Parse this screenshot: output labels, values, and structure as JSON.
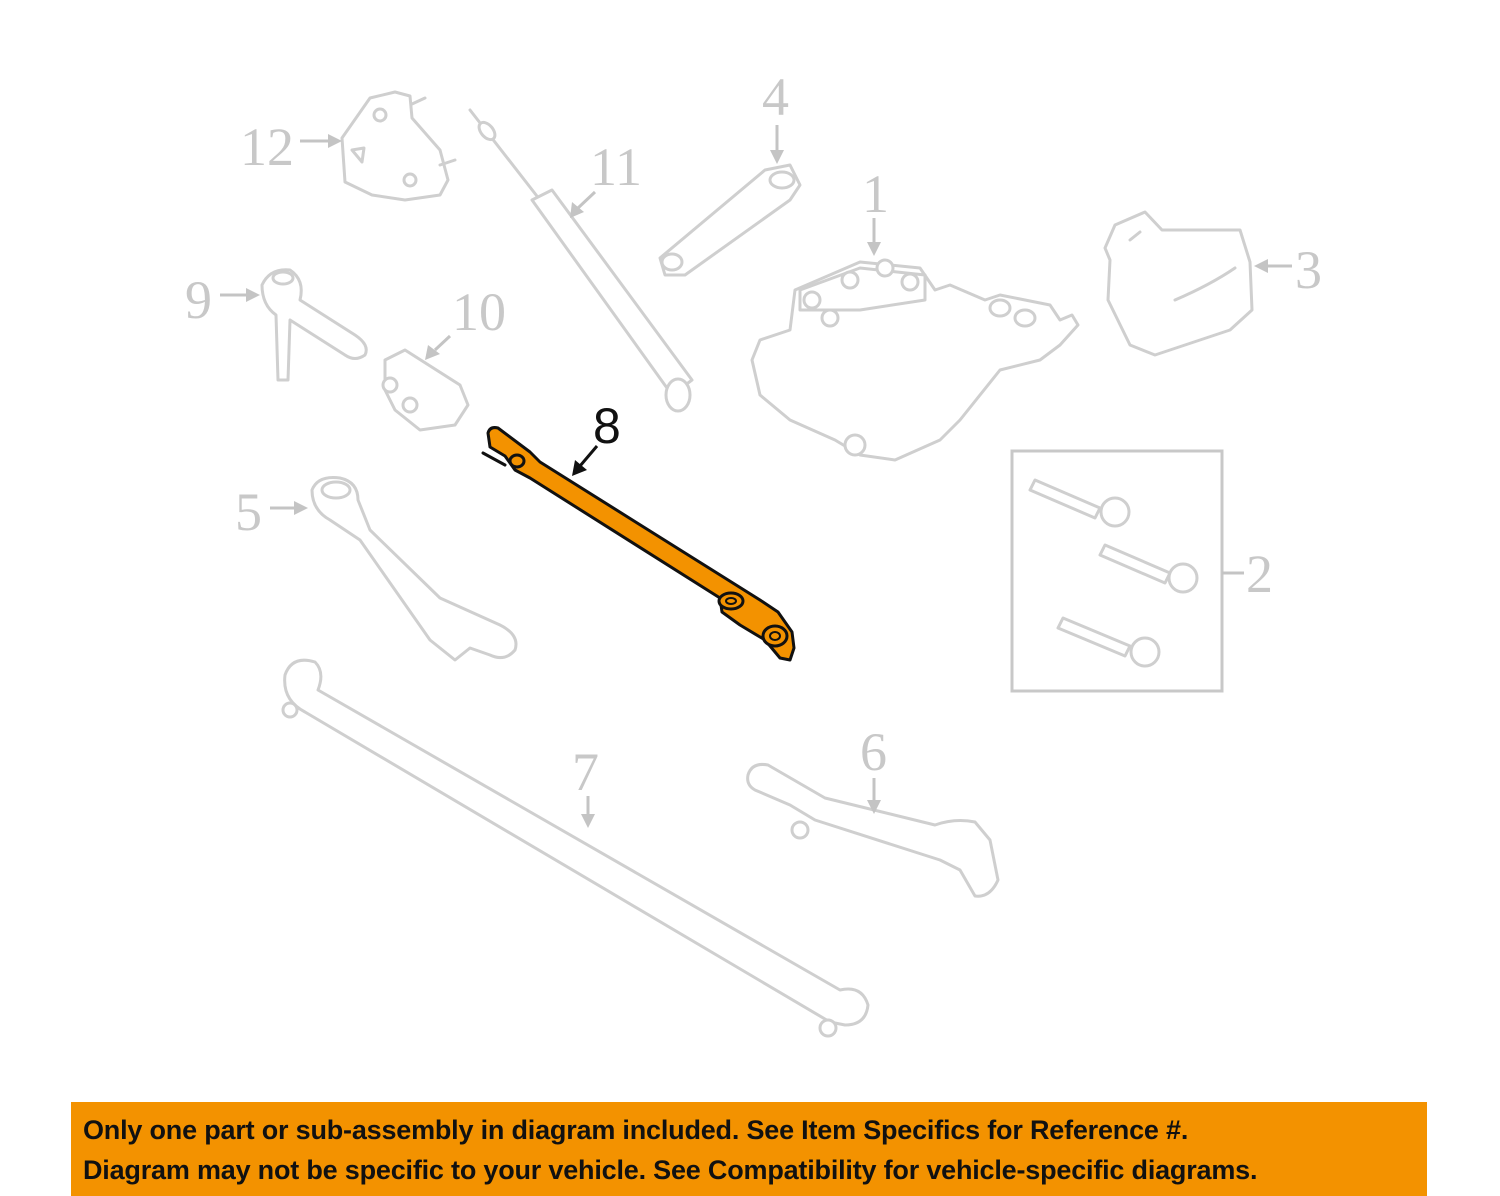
{
  "diagram": {
    "title": "Steering gear and linkage exploded parts diagram",
    "highlight_color": "#f39200",
    "faded_color": "#c8c8c8",
    "highlighted_part": "8",
    "callouts": [
      {
        "id": "1",
        "label": "1"
      },
      {
        "id": "2",
        "label": "2"
      },
      {
        "id": "3",
        "label": "3"
      },
      {
        "id": "4",
        "label": "4"
      },
      {
        "id": "5",
        "label": "5"
      },
      {
        "id": "6",
        "label": "6"
      },
      {
        "id": "7",
        "label": "7"
      },
      {
        "id": "8",
        "label": "8"
      },
      {
        "id": "9",
        "label": "9"
      },
      {
        "id": "10",
        "label": "10"
      },
      {
        "id": "11",
        "label": "11"
      },
      {
        "id": "12",
        "label": "12"
      }
    ]
  },
  "notice": {
    "line1": "Only one part or sub-assembly in diagram included. See Item Specifics for Reference #.",
    "line2": "Diagram may not be specific to your vehicle. See Compatibility for vehicle-specific diagrams.",
    "background_color": "#f39200"
  }
}
